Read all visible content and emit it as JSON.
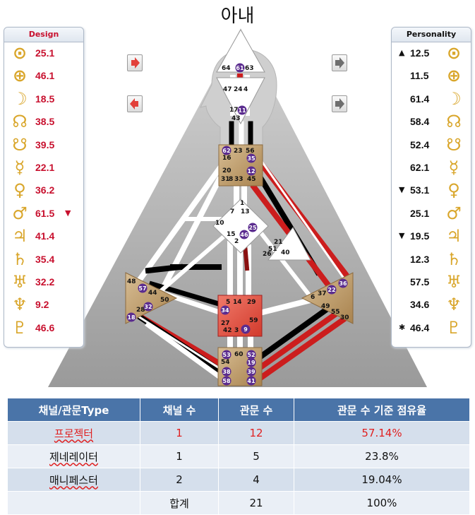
{
  "title": "아내",
  "design_panel": {
    "header": "Design",
    "rows": [
      {
        "icon": "sun-icon",
        "glyph": "⊙",
        "value": "25.1",
        "mark": ""
      },
      {
        "icon": "earth-icon",
        "glyph": "⊕",
        "value": "46.1",
        "mark": ""
      },
      {
        "icon": "moon-icon",
        "glyph": "☽",
        "value": "18.5",
        "mark": ""
      },
      {
        "icon": "north-node-icon",
        "glyph": "☊",
        "value": "38.5",
        "mark": ""
      },
      {
        "icon": "south-node-icon",
        "glyph": "☋",
        "value": "39.5",
        "mark": ""
      },
      {
        "icon": "mercury-icon",
        "glyph": "☿",
        "value": "22.1",
        "mark": ""
      },
      {
        "icon": "venus-icon",
        "glyph": "♀",
        "value": "36.2",
        "mark": ""
      },
      {
        "icon": "mars-icon",
        "glyph": "♂",
        "value": "61.5",
        "mark": "▼"
      },
      {
        "icon": "jupiter-icon",
        "glyph": "♃",
        "value": "41.4",
        "mark": ""
      },
      {
        "icon": "saturn-icon",
        "glyph": "♄",
        "value": "35.4",
        "mark": ""
      },
      {
        "icon": "uranus-icon",
        "glyph": "♅",
        "value": "32.2",
        "mark": ""
      },
      {
        "icon": "neptune-icon",
        "glyph": "♆",
        "value": "9.2",
        "mark": ""
      },
      {
        "icon": "pluto-icon",
        "glyph": "♇",
        "value": "46.6",
        "mark": ""
      }
    ]
  },
  "personality_panel": {
    "header": "Personality",
    "rows": [
      {
        "icon": "sun-icon",
        "glyph": "⊙",
        "value": "12.5",
        "mark": "▲"
      },
      {
        "icon": "earth-icon",
        "glyph": "⊕",
        "value": "11.5",
        "mark": ""
      },
      {
        "icon": "moon-icon",
        "glyph": "☽",
        "value": "61.4",
        "mark": ""
      },
      {
        "icon": "north-node-icon",
        "glyph": "☊",
        "value": "58.4",
        "mark": ""
      },
      {
        "icon": "south-node-icon",
        "glyph": "☋",
        "value": "52.4",
        "mark": ""
      },
      {
        "icon": "mercury-icon",
        "glyph": "☿",
        "value": "62.1",
        "mark": ""
      },
      {
        "icon": "venus-icon",
        "glyph": "♀",
        "value": "53.1",
        "mark": "▼"
      },
      {
        "icon": "mars-icon",
        "glyph": "♂",
        "value": "25.1",
        "mark": ""
      },
      {
        "icon": "jupiter-icon",
        "glyph": "♃",
        "value": "19.5",
        "mark": "▼"
      },
      {
        "icon": "saturn-icon",
        "glyph": "♄",
        "value": "12.3",
        "mark": ""
      },
      {
        "icon": "uranus-icon",
        "glyph": "♅",
        "value": "57.5",
        "mark": ""
      },
      {
        "icon": "neptune-icon",
        "glyph": "♆",
        "value": "34.6",
        "mark": ""
      },
      {
        "icon": "pluto-icon",
        "glyph": "♇",
        "value": "46.4",
        "mark": "✱"
      }
    ]
  },
  "nav_arrows": [
    {
      "icon": "arrow-right-red-icon"
    },
    {
      "icon": "arrow-left-red-icon"
    },
    {
      "icon": "arrow-right-gray-icon"
    },
    {
      "icon": "arrow-right-gray-icon"
    }
  ],
  "bodygraph": {
    "head_gates": [
      "64",
      "61",
      "63"
    ],
    "ajna_gates": [
      "47",
      "24",
      "4",
      "17",
      "11",
      "43"
    ],
    "throat_gates": [
      "62",
      "23",
      "56",
      "16",
      "35",
      "20",
      "12",
      "31",
      "8",
      "33",
      "45"
    ],
    "g_gates": [
      "1",
      "7",
      "13",
      "10",
      "15",
      "25",
      "46",
      "2"
    ],
    "ego_gates": [
      "21",
      "51",
      "26",
      "40"
    ],
    "spleen_gates": [
      "48",
      "57",
      "44",
      "50",
      "32",
      "28",
      "18"
    ],
    "sacral_gates": [
      "5",
      "14",
      "29",
      "34",
      "27",
      "59",
      "42",
      "3",
      "9"
    ],
    "solar_plexus_gates": [
      "36",
      "22",
      "6",
      "37",
      "49",
      "55",
      "30"
    ],
    "root_gates": [
      "53",
      "60",
      "52",
      "54",
      "19",
      "38",
      "39",
      "58",
      "41"
    ]
  },
  "summary_table": {
    "headers": [
      "채널/관문Type",
      "채널 수",
      "관문 수",
      "관문 수 기준 점유율"
    ],
    "rows": [
      [
        "프로젝터",
        "1",
        "12",
        "57.14%"
      ],
      [
        "제네레이터",
        "1",
        "5",
        "23.8%"
      ],
      [
        "매니페스터",
        "2",
        "4",
        "19.04%"
      ],
      [
        "",
        "합계",
        "21",
        "100%"
      ]
    ]
  },
  "colors": {
    "design_red": "#c8102e",
    "glyph_gold": "#d9a62b",
    "table_header": "#4a74a8",
    "table_row_dark": "#d5dfec",
    "table_row_light": "#eaeff6",
    "center_brown": "#c2a070",
    "sacral_red": "#e04a3a",
    "gate_purple": "#5b2c8f"
  }
}
